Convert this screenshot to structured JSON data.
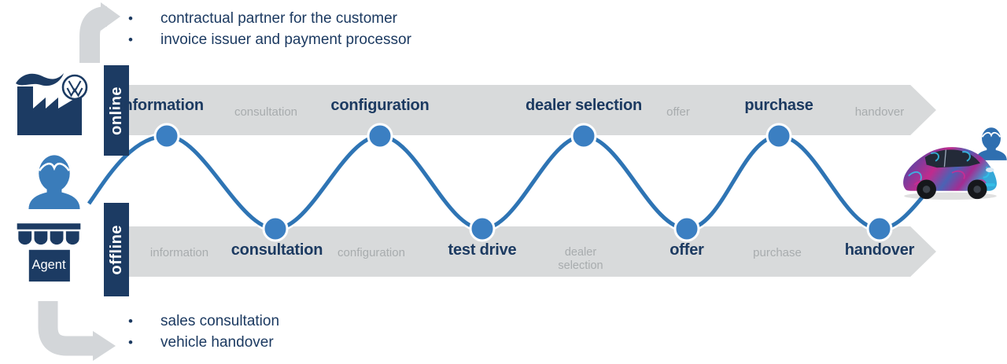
{
  "colors": {
    "navy": "#1c3b63",
    "wave_blue": "#2e74b4",
    "dot_blue": "#3b7fc2",
    "band_gray": "#d8dadb",
    "arrow_gray": "#d3d6d9",
    "inactive_gray": "#a8acae"
  },
  "bullet_char": "•",
  "top_annotation": {
    "bullets": [
      "contractual partner for the customer",
      "invoice issuer and payment processor"
    ]
  },
  "bottom_annotation": {
    "bullets": [
      "sales consultation",
      "vehicle handover"
    ]
  },
  "actors": {
    "manufacturer": {
      "icon": "factory-with-vw-logo"
    },
    "customer": {
      "icon": "person"
    },
    "agent": {
      "icon": "storefront",
      "label": "Agent"
    },
    "dealer_contact": {
      "icon": "person"
    },
    "vehicle": {
      "icon": "camouflaged-car"
    }
  },
  "lanes": {
    "online": {
      "label": "online",
      "stations": [
        {
          "text": "information",
          "active": true
        },
        {
          "text": "consultation",
          "active": false
        },
        {
          "text": "configuration",
          "active": true
        },
        {
          "text": "dealer selection",
          "active": true
        },
        {
          "text": "offer",
          "active": false
        },
        {
          "text": "purchase",
          "active": true
        },
        {
          "text": "handover",
          "active": false
        }
      ]
    },
    "offline": {
      "label": "offline",
      "stations": [
        {
          "text": "information",
          "active": false
        },
        {
          "text": "consultation",
          "active": true
        },
        {
          "text": "configuration",
          "active": false
        },
        {
          "text": "test drive",
          "active": true
        },
        {
          "text": "dealer selection",
          "active": false
        },
        {
          "text": "offer",
          "active": true
        },
        {
          "text": "purchase",
          "active": false
        },
        {
          "text": "handover",
          "active": true
        }
      ]
    }
  },
  "journey_sequence": [
    "information (online)",
    "consultation (offline)",
    "configuration (online)",
    "test drive (offline)",
    "dealer selection (online)",
    "offer (offline)",
    "purchase (online)",
    "handover (offline)"
  ]
}
